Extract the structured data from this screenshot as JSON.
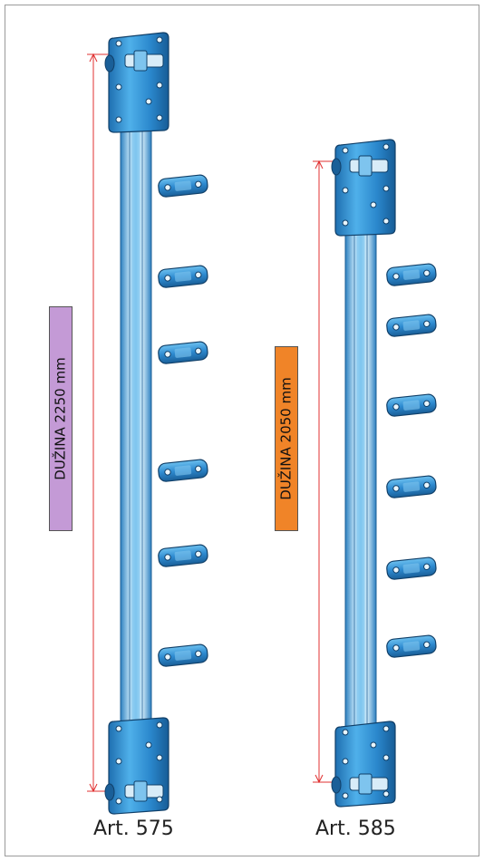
{
  "products": [
    {
      "dimension_label": "DUŽINA 2250 mm",
      "article": "Art. 575",
      "label_color": "#c49ad6",
      "hook_count": 6
    },
    {
      "dimension_label": "DUŽINA 2050 mm",
      "article": "Art. 585",
      "label_color": "#f08428",
      "hook_count": 6
    }
  ],
  "colors": {
    "rail": "#3a9ad8",
    "rail_dark": "#1e5f96",
    "dimension_line": "#e03030",
    "frame": "#9a9a9a"
  }
}
